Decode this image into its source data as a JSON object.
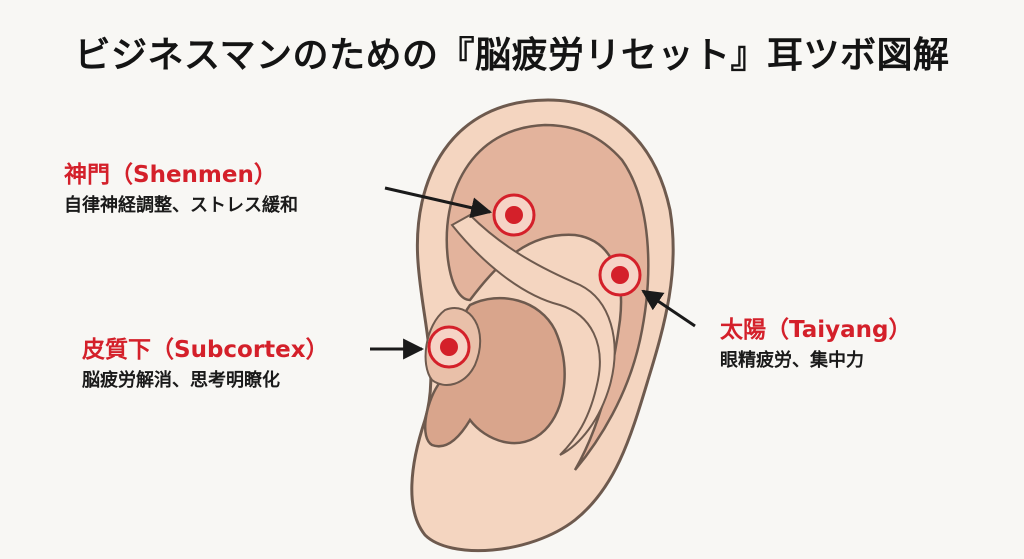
{
  "title": "ビジネスマンのための『脳疲労リセット』耳ツボ図解",
  "accent_color": "#d4202a",
  "text_color": "#1a1a1a",
  "ear_colors": {
    "skin": "#f4d5c0",
    "shade": "#e3b39c",
    "deep": "#d9a58c",
    "outline": "#6e5a4e"
  },
  "points": [
    {
      "id": "shenmen",
      "name": "神門（Shenmen）",
      "description": "自律神経調整、ストレス緩和"
    },
    {
      "id": "subcortex",
      "name": "皮質下（Subcortex）",
      "description": "脳疲労解消、思考明瞭化"
    },
    {
      "id": "taiyang",
      "name": "太陽（Taiyang）",
      "description": "眼精疲労、集中力"
    }
  ]
}
